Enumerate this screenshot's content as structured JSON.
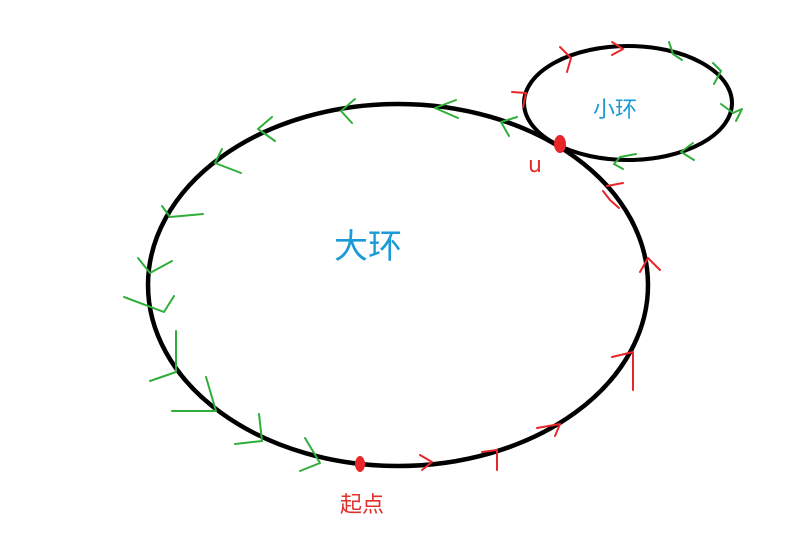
{
  "diagram": {
    "big_loop_label": "大环",
    "small_loop_label": "小环",
    "node_u_label": "u",
    "start_label": "起点"
  },
  "colors": {
    "background": "#ffffff",
    "loop_stroke": "#000000",
    "loop_label": "#1a9ad6",
    "point_label": "#e0302a",
    "red_arrow": "#e8262a",
    "green_arrow": "#2fae3a",
    "node_dot": "#e8262a"
  }
}
